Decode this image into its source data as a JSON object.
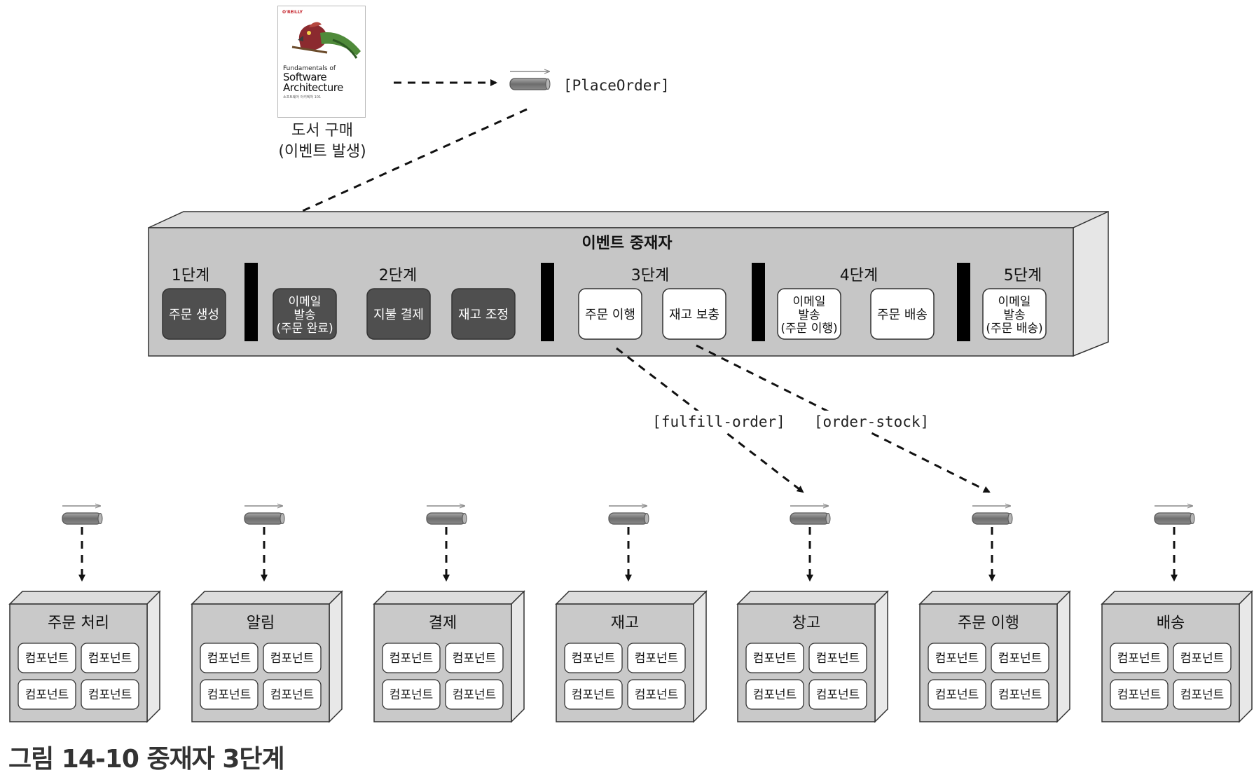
{
  "book": {
    "publisher": "O'REILLY",
    "subtitle": "",
    "title_line1": "Fundamentals of",
    "title_line2": "Software",
    "title_line3": "Architecture",
    "title_ko": "소프트웨어 아키텍처 101",
    "authors": "",
    "caption_line1": "도서 구매",
    "caption_line2": "(이벤트 발생)"
  },
  "initial_event": "[PlaceOrder]",
  "mediator": {
    "title": "이벤트 중재자",
    "steps": [
      {
        "label": "1단계",
        "tasks": [
          {
            "lines": [
              "주문 생성"
            ],
            "done": true
          }
        ]
      },
      {
        "label": "2단계",
        "tasks": [
          {
            "lines": [
              "이메일",
              "발송",
              "(주문 완료)"
            ],
            "done": true
          },
          {
            "lines": [
              "지불 결제"
            ],
            "done": true
          },
          {
            "lines": [
              "재고 조정"
            ],
            "done": true
          }
        ]
      },
      {
        "label": "3단계",
        "tasks": [
          {
            "lines": [
              "주문 이행"
            ],
            "done": false
          },
          {
            "lines": [
              "재고 보충"
            ],
            "done": false
          }
        ]
      },
      {
        "label": "4단계",
        "tasks": [
          {
            "lines": [
              "이메일",
              "발송",
              "(주문 이행)"
            ],
            "done": false
          },
          {
            "lines": [
              "주문 배송"
            ],
            "done": false
          }
        ]
      },
      {
        "label": "5단계",
        "tasks": [
          {
            "lines": [
              "이메일",
              "발송",
              "(주문 배송)"
            ],
            "done": false
          }
        ]
      }
    ]
  },
  "dispatched_events": [
    "[fulfill-order]",
    "[order-stock]"
  ],
  "processors": [
    {
      "name": "주문 처리",
      "components": [
        "컴포넌트",
        "컴포넌트",
        "컴포넌트",
        "컴포넌트"
      ]
    },
    {
      "name": "알림",
      "components": [
        "컴포넌트",
        "컴포넌트",
        "컴포넌트",
        "컴포넌트"
      ]
    },
    {
      "name": "결제",
      "components": [
        "컴포넌트",
        "컴포넌트",
        "컴포넌트",
        "컴포넌트"
      ]
    },
    {
      "name": "재고",
      "components": [
        "컴포넌트",
        "컴포넌트",
        "컴포넌트",
        "컴포넌트"
      ]
    },
    {
      "name": "창고",
      "components": [
        "컴포넌트",
        "컴포넌트",
        "컴포넌트",
        "컴포넌트"
      ]
    },
    {
      "name": "주문 이행",
      "components": [
        "컴포넌트",
        "컴포넌트",
        "컴포넌트",
        "컴포넌트"
      ]
    },
    {
      "name": "배송",
      "components": [
        "컴포넌트",
        "컴포넌트",
        "컴포넌트",
        "컴포넌트"
      ]
    }
  ],
  "figure_caption": "그림 14-10 중재자 3단계",
  "colors": {
    "mediator_fill": "#c6c6c6",
    "task_done": "#4f4f4f",
    "task_pending": "#ffffff",
    "separator": "#000000",
    "processor_fill": "#c9c9c9",
    "channel": "#8a8a8a"
  }
}
